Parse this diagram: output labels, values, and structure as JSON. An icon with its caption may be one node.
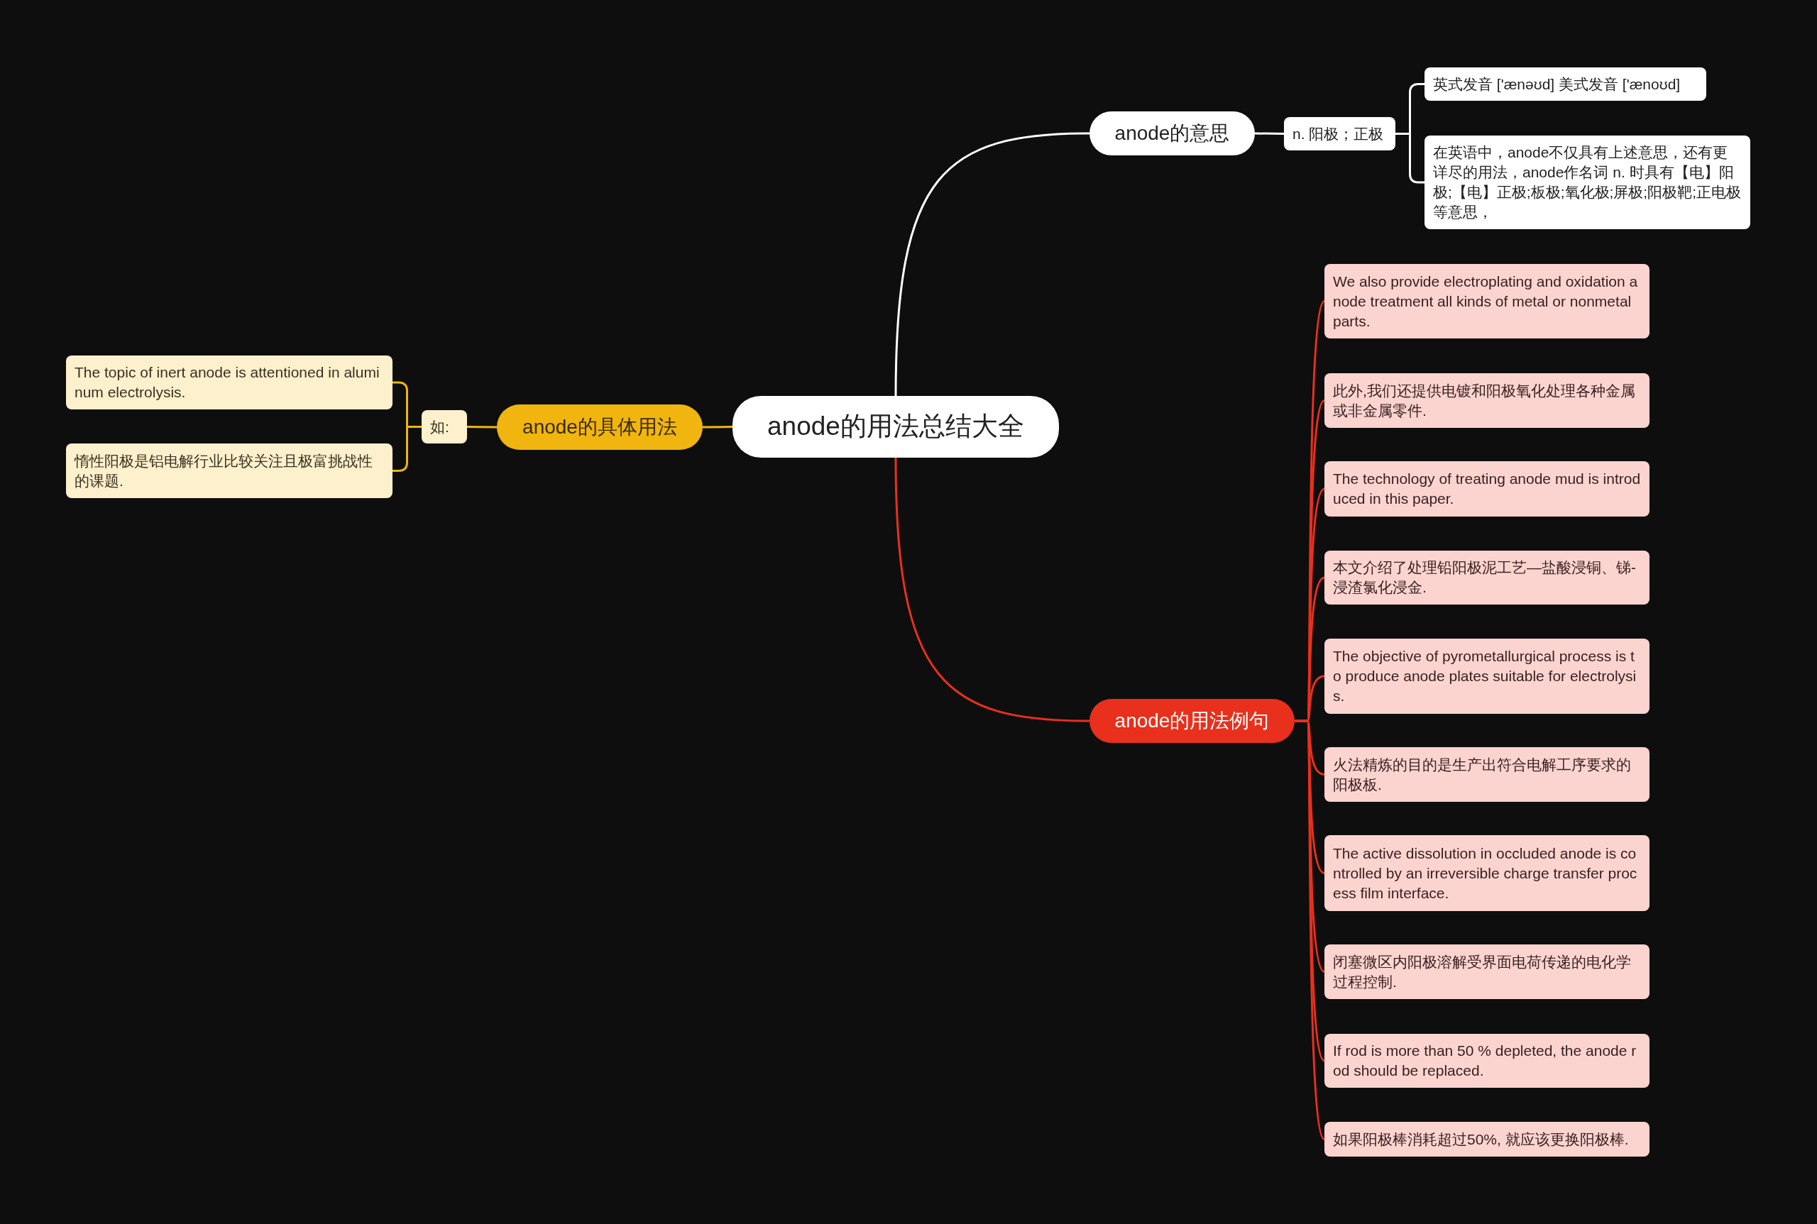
{
  "diagram": {
    "nodes": [
      {
        "text": [
          "anode的用法总结大全"
        ]
      },
      {
        "text": [
          "anode的意思"
        ]
      },
      {
        "text": [
          "n. 阳极；正极"
        ]
      },
      {
        "text": [
          "英式发音 ['ænəʊd] 美式发音 ['ænoʊd]"
        ]
      },
      {
        "text": [
          "在英语中，anode不仅具有上述意思，还有更详尽的用法，anode作名词 n. 时具有【电】阳极;【电】正极;板极;氧化极;屏极;阳极靶;正电极等意思，"
        ]
      },
      {
        "text": [
          "anode的用法例句"
        ]
      },
      {
        "text": [
          "We also provide electroplating and oxidation anode treatment all kinds of metal or nonmetal parts."
        ]
      },
      {
        "text": [
          "此外,我们还提供电镀和阳极氧化处理各种金属或非金属零件."
        ]
      },
      {
        "text": [
          "The technology of treating anode mud is introduced in this paper."
        ]
      },
      {
        "text": [
          "本文介绍了处理铅阳极泥工艺—盐酸浸铜、锑-浸渣氯化浸金."
        ]
      },
      {
        "text": [
          "The objective of pyrometallurgical process is to produce anode plates suitable for electrolysis."
        ]
      },
      {
        "text": [
          "火法精炼的目的是生产出符合电解工序要求的阳极板."
        ]
      },
      {
        "text": [
          "The active dissolution in occluded anode is controlled by an irreversible charge transfer process film interface."
        ]
      },
      {
        "text": [
          "闭塞微区内阳极溶解受界面电荷传递的电化学过程控制."
        ]
      },
      {
        "text": [
          "If rod is more than 50 % depleted, the anode rod should be replaced."
        ]
      },
      {
        "text": [
          "如果阳极棒消耗超过50%, 就应该更换阳极棒."
        ]
      },
      {
        "text": [
          "anode的具体用法"
        ]
      },
      {
        "text": [
          "如:"
        ]
      },
      {
        "text": [
          "The topic of inert anode is attentioned in aluminum electrolysis."
        ]
      },
      {
        "text": [
          "惰性阳极是铝电解行业比较关注且极富挑战性的课题."
        ]
      }
    ],
    "edges": [
      {
        "from": 0,
        "to": 1,
        "arrow": "none",
        "color": "#ffffff"
      },
      {
        "from": 1,
        "to": 2,
        "arrow": "none",
        "color": "#ffffff"
      },
      {
        "from": 2,
        "to": 3,
        "arrow": "none",
        "color": "#ffffff"
      },
      {
        "from": 2,
        "to": 4,
        "arrow": "none",
        "color": "#ffffff"
      },
      {
        "from": 0,
        "to": 5,
        "arrow": "none"
      },
      {
        "from": 5,
        "to": 6,
        "arrow": "none"
      },
      {
        "from": 5,
        "to": 7,
        "arrow": "none"
      },
      {
        "from": 5,
        "to": 8,
        "arrow": "none"
      },
      {
        "from": 5,
        "to": 9,
        "arrow": "none"
      },
      {
        "from": 5,
        "to": 10,
        "arrow": "none"
      },
      {
        "from": 5,
        "to": 11,
        "arrow": "none"
      },
      {
        "from": 5,
        "to": 12,
        "arrow": "none"
      },
      {
        "from": 5,
        "to": 13,
        "arrow": "none"
      },
      {
        "from": 5,
        "to": 14,
        "arrow": "none"
      },
      {
        "from": 5,
        "to": 15,
        "arrow": "none"
      },
      {
        "from": 0,
        "to": 16,
        "arrow": "none",
        "color": "#f0b50e"
      },
      {
        "from": 16,
        "to": 17,
        "arrow": "none",
        "color": "#f0b50e"
      },
      {
        "from": 17,
        "to": 18,
        "arrow": "none",
        "color": "#f0b50e"
      },
      {
        "from": 17,
        "to": 19,
        "arrow": "none",
        "color": "#f0b50e"
      }
    ]
  }
}
